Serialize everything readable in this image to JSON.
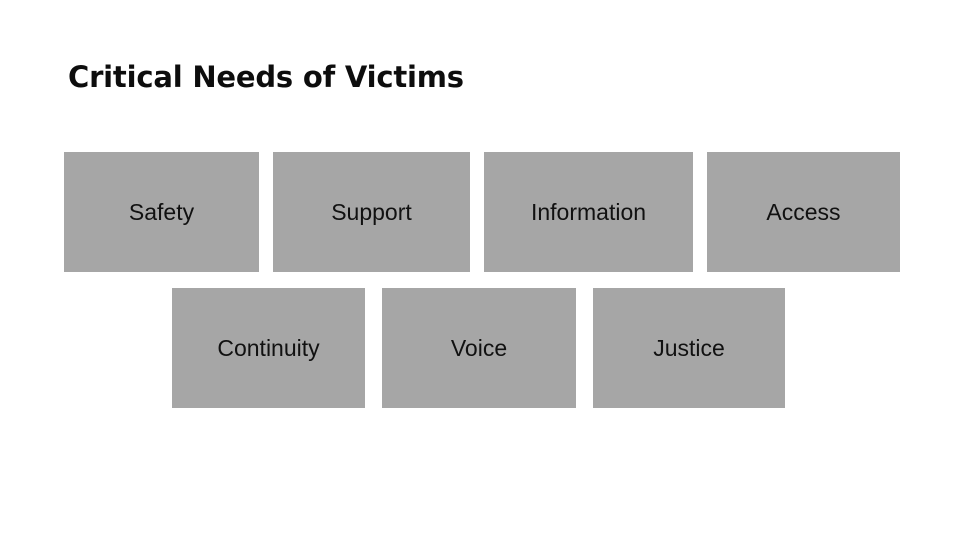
{
  "slide": {
    "title": "Critical Needs of Victims",
    "background_color": "#ffffff",
    "title_color": "#0d0d0d",
    "box_color": "#a6a6a6",
    "box_text_color": "#111111",
    "rows": [
      {
        "boxes": [
          {
            "label": "Safety"
          },
          {
            "label": "Support"
          },
          {
            "label": "Information"
          },
          {
            "label": "Access"
          }
        ]
      },
      {
        "boxes": [
          {
            "label": "Continuity"
          },
          {
            "label": "Voice"
          },
          {
            "label": "Justice"
          }
        ]
      }
    ]
  }
}
